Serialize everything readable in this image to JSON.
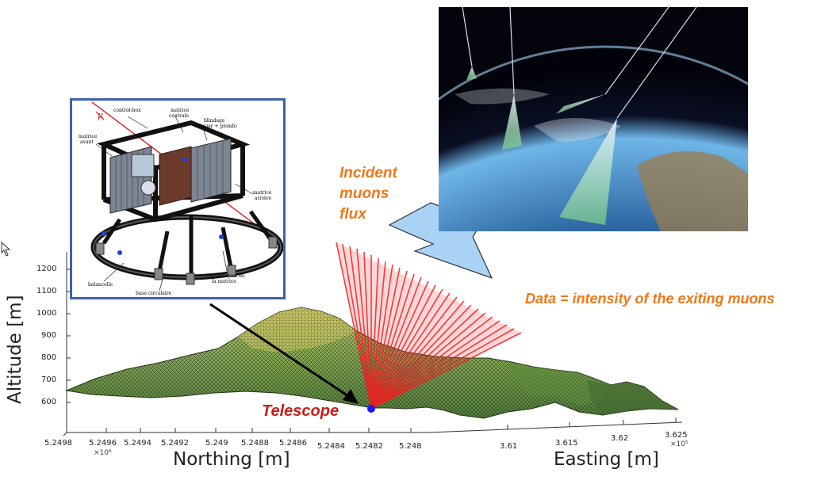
{
  "labels": {
    "incident_line1": "Incident",
    "incident_line2": "muons",
    "incident_line3": "flux",
    "data_caption": "Data = intensity of the exiting muons",
    "telescope": "Telescope"
  },
  "axes": {
    "ylabel": "Altitude [m]",
    "xlabel_north": "Northing [m]",
    "xlabel_east": "Easting [m]",
    "north_multiplier": "×10⁶",
    "east_multiplier": "×10⁵",
    "altitude_ticks": [
      "1200",
      "1100",
      "1000",
      "900",
      "800",
      "700",
      "600"
    ],
    "northing_ticks": [
      "5.2498",
      "5.2496",
      "5.2494",
      "5.2492",
      "5.249",
      "5.2488",
      "5.2486",
      "5.2484",
      "5.2482",
      "5.248"
    ],
    "easting_ticks": [
      "3.61",
      "3.615",
      "3.62",
      "3.625"
    ]
  },
  "schematic_labels": {
    "control_box": "control-box",
    "matrice_centrale_1": "matrice",
    "matrice_centrale_2": "centrale",
    "blindage_1": "blindage",
    "blindage_2": "(acier + plomb)",
    "matrice_avant_1": "matrice",
    "matrice_avant_2": "avant",
    "matrice_arriere_1": "matrice",
    "matrice_arriere_2": "arrière",
    "balancelle": "balancelle",
    "connectiques_1": "connectiques de",
    "connectiques_2": "la matrice",
    "base_circulaire": "base circulaire",
    "mu": "μ"
  },
  "colors": {
    "accent_orange": "#f07818",
    "telescope_red": "#cc1b1b",
    "arrow_blue": "#a9d2f5",
    "frame_blue": "#3d62a8",
    "muon_fan_red": "#ee2020",
    "terrain_green": "#6b9447"
  }
}
